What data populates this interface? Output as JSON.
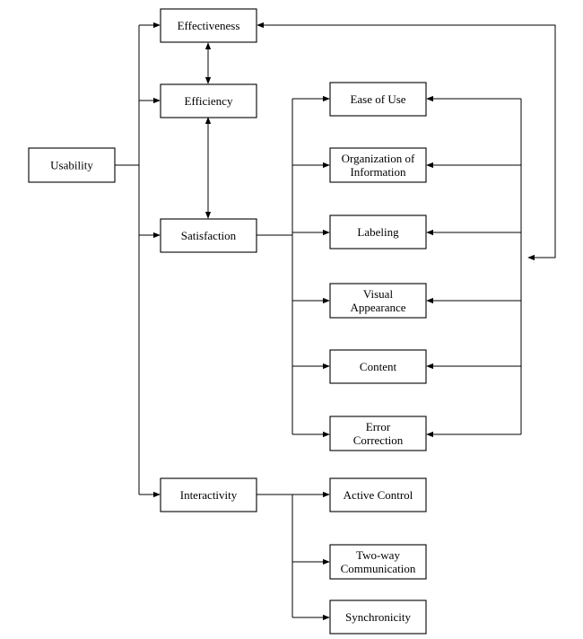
{
  "diagram": {
    "nodes": {
      "usability": [
        "Usability"
      ],
      "effectiveness": [
        "Effectiveness"
      ],
      "efficiency": [
        "Efficiency"
      ],
      "satisfaction": [
        "Satisfaction"
      ],
      "interactivity": [
        "Interactivity"
      ],
      "ease_of_use": [
        "Ease of Use"
      ],
      "organization_of_information": [
        "Organization of",
        "Information"
      ],
      "labeling": [
        "Labeling"
      ],
      "visual_appearance": [
        "Visual",
        "Appearance"
      ],
      "content": [
        "Content"
      ],
      "error_correction": [
        "Error",
        "Correction"
      ],
      "active_control": [
        "Active Control"
      ],
      "two_way_communication": [
        "Two-way",
        "Communication"
      ],
      "synchronicity": [
        "Synchronicity"
      ]
    },
    "edges": [
      {
        "from": "usability",
        "to": "effectiveness"
      },
      {
        "from": "usability",
        "to": "efficiency"
      },
      {
        "from": "usability",
        "to": "satisfaction"
      },
      {
        "from": "usability",
        "to": "interactivity"
      },
      {
        "from": "effectiveness",
        "to": "efficiency",
        "bidirectional": true
      },
      {
        "from": "efficiency",
        "to": "satisfaction",
        "bidirectional": true
      },
      {
        "from": "satisfaction",
        "to": "ease_of_use"
      },
      {
        "from": "satisfaction",
        "to": "organization_of_information"
      },
      {
        "from": "satisfaction",
        "to": "labeling"
      },
      {
        "from": "satisfaction",
        "to": "visual_appearance"
      },
      {
        "from": "satisfaction",
        "to": "content"
      },
      {
        "from": "satisfaction",
        "to": "error_correction"
      },
      {
        "from": "interactivity",
        "to": "active_control"
      },
      {
        "from": "interactivity",
        "to": "two_way_communication"
      },
      {
        "from": "interactivity",
        "to": "synchronicity"
      },
      {
        "from": "effectiveness",
        "to": "satisfaction_factors",
        "bidirectional": true
      }
    ]
  }
}
